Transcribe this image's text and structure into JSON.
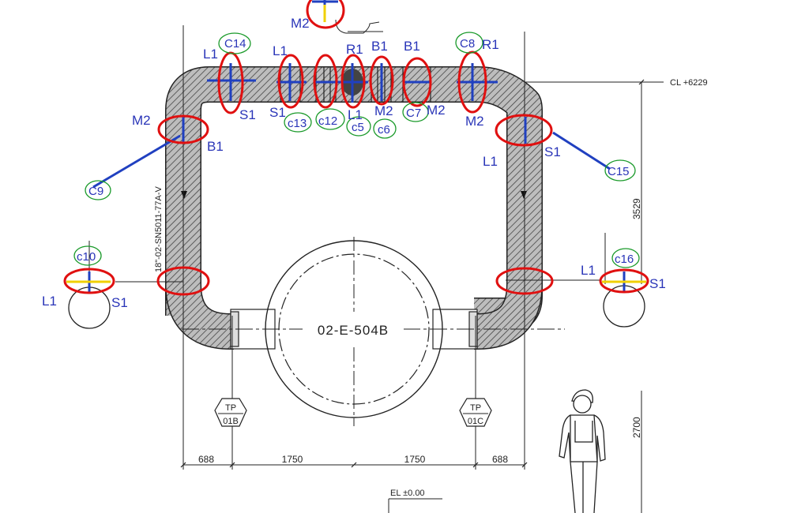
{
  "equipment_tag": "02-E-504B",
  "line_number": "18\"-02-SN5011-77A-V",
  "elevations": {
    "cl": "CL +6229",
    "el": "EL ±0.00"
  },
  "dimensions": {
    "d1": "688",
    "d2": "1750",
    "d3": "1750",
    "d4": "688",
    "v1": "3529",
    "v2": "2700"
  },
  "tp_left": {
    "top": "TP",
    "bottom": "01B"
  },
  "tp_right": {
    "top": "TP",
    "bottom": "01C"
  },
  "support_labels": {
    "top_m2": "M2",
    "l1_a": "L1",
    "c14": "C14",
    "s1_a": "S1",
    "l1_b": "L1",
    "s1_b": "S1",
    "c13": "c13",
    "c12": "c12",
    "r1_a": "R1",
    "l1_c": "L1",
    "c5": "c5",
    "b1_a": "B1",
    "m2_a": "M2",
    "c6": "c6",
    "b1_b": "B1",
    "c7": "C7",
    "m2_b": "M2",
    "c8": "C8",
    "r1_b": "R1",
    "m2_c": "M2",
    "m2_left": "M2",
    "b1_left": "B1",
    "c9": "C9",
    "l1_right": "L1",
    "s1_right": "S1",
    "c15": "C15",
    "c10": "c10",
    "l1_lb": "L1",
    "s1_lb": "S1",
    "c16": "c16",
    "l1_rb": "L1",
    "s1_rb": "S1"
  },
  "colors": {
    "marker": "#e01010",
    "label": "#2a35b8",
    "circle": "#1a9a2a",
    "support": "#f0d000"
  }
}
